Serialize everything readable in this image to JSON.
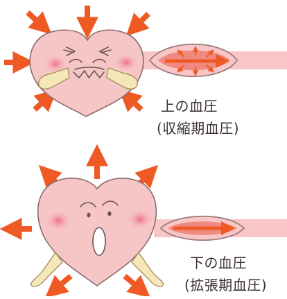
{
  "systolic": {
    "label": "上の血圧",
    "sublabel": "(収縮期血圧)"
  },
  "diastolic": {
    "label": "下の血圧",
    "sublabel": "(拡張期血圧)"
  },
  "colors": {
    "arrow": "#ef5a24",
    "heart": "#f6c6c6",
    "heart_outline": "#8a6a6a",
    "vessel": "#f8c6c6",
    "vessel_inner": "#f08a80",
    "hand": "#f4e7b8",
    "text": "#3b2f2f"
  }
}
